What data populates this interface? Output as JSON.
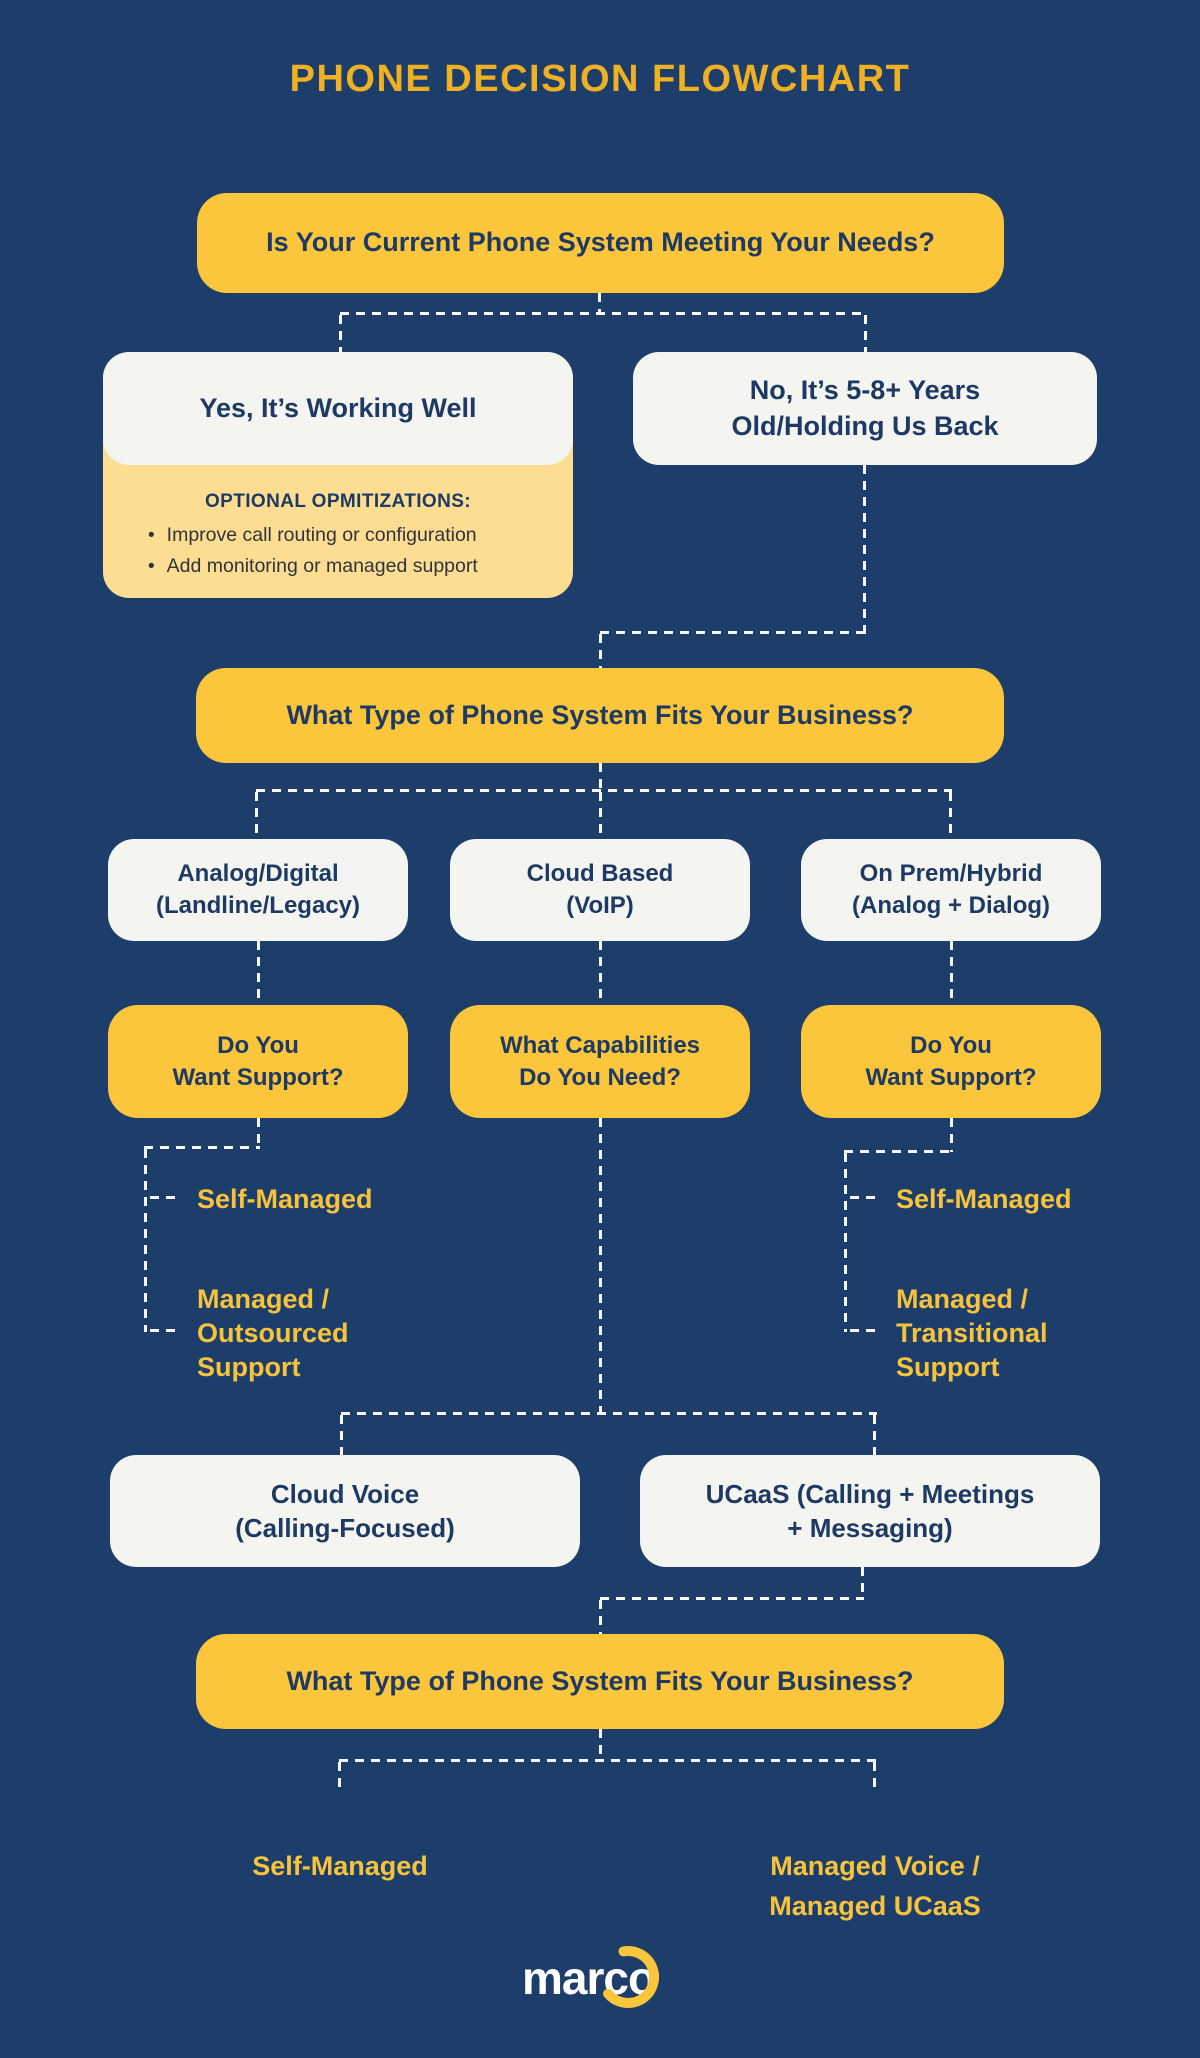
{
  "colors": {
    "background": "#1D3E6A",
    "accent_yellow": "#FBC53C",
    "pale_yellow": "#FCDD92",
    "box_white": "#F4F4F1",
    "navy_text": "#1E3A63",
    "title_gold": "#EFB123",
    "connector_white": "#FFFFFF"
  },
  "title": "PHONE DECISION FLOWCHART",
  "q1": {
    "label": "Is Your Current Phone System Meeting Your Needs?"
  },
  "yes_branch": {
    "label": "Yes, It’s Working Well",
    "optional_heading": "OPTIONAL OPMITIZATIONS:",
    "optional_items": [
      "Improve call routing or configuration",
      "Add monitoring or managed support"
    ]
  },
  "no_branch": {
    "lines": [
      "No, It’s 5-8+ Years",
      "Old/Holding Us Back"
    ]
  },
  "q2": {
    "label": "What Type of Phone System Fits Your Business?"
  },
  "system_types": [
    {
      "lines": [
        "Analog/Digital",
        "(Landline/Legacy)"
      ]
    },
    {
      "lines": [
        "Cloud Based",
        "(VoIP)"
      ]
    },
    {
      "lines": [
        "On Prem/Hybrid",
        "(Analog + Dialog)"
      ]
    }
  ],
  "support_questions": [
    {
      "lines": [
        "Do You",
        "Want Support?"
      ]
    },
    {
      "lines": [
        "What Capabilities",
        "Do You Need?"
      ]
    },
    {
      "lines": [
        "Do You",
        "Want Support?"
      ]
    }
  ],
  "left_options": {
    "option1": "Self-Managed",
    "option2_lines": [
      "Managed /",
      "Outsourced",
      "Support"
    ]
  },
  "right_options": {
    "option1": "Self-Managed",
    "option2_lines": [
      "Managed /",
      "Transitional",
      "Support"
    ]
  },
  "cloud_outcomes": [
    {
      "lines": [
        "Cloud Voice",
        "(Calling-Focused)"
      ]
    },
    {
      "lines": [
        "UCaaS (Calling + Meetings",
        "+ Messaging)"
      ]
    }
  ],
  "q3": {
    "label": "What Type of Phone System Fits Your Business?"
  },
  "final_options": {
    "option1": "Self-Managed",
    "option2_lines": [
      "Managed Voice /",
      "Managed UCaaS"
    ]
  },
  "logo": {
    "text": "marco"
  }
}
